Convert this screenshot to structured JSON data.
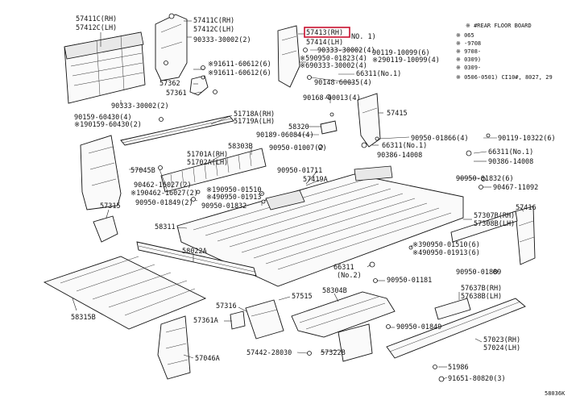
{
  "diagram_id": "58036K",
  "highlighted_part": "57413(RH)",
  "note": {
    "title": "※ #REAR FLOOR BOARD",
    "lines": [
      "※ 065",
      "※ -9708",
      "※ 9708-",
      "※ 0309)",
      "※ 0309-",
      "※ 0506-0501) CI10#, 8027, 29"
    ]
  },
  "labels": [
    {
      "id": "l1",
      "text": "57411C(RH)"
    },
    {
      "id": "l2",
      "text": "57412C(LH)"
    },
    {
      "id": "l3",
      "text": "57411C(RH)"
    },
    {
      "id": "l4",
      "text": "57412C(LH)"
    },
    {
      "id": "l5",
      "text": "90333-30002(2)"
    },
    {
      "id": "l6",
      "text": "※91611-60612(6)"
    },
    {
      "id": "l7",
      "text": "※91611-60612(6)"
    },
    {
      "id": "l8",
      "text": "57362"
    },
    {
      "id": "l9",
      "text": "57361"
    },
    {
      "id": "l10",
      "text": "90333-30002(2)"
    },
    {
      "id": "l11",
      "text": "90159-60430(4)"
    },
    {
      "id": "l12",
      "text": "※190159-60430(2)"
    },
    {
      "id": "l13",
      "text": "51718A(RH)"
    },
    {
      "id": "l14",
      "text": "51719A(LH)"
    },
    {
      "id": "l15",
      "text": "57045B"
    },
    {
      "id": "l16",
      "text": "51701A(RH)"
    },
    {
      "id": "l17",
      "text": "51702A(LH)"
    },
    {
      "id": "l18",
      "text": "58303B"
    },
    {
      "id": "l19",
      "text": "90462-16027(2)"
    },
    {
      "id": "l20",
      "text": "※190462-16027(2)"
    },
    {
      "id": "l21",
      "text": "90950-01849(2)"
    },
    {
      "id": "l22",
      "text": "※190950-01510"
    },
    {
      "id": "l23",
      "text": "※490950-01913"
    },
    {
      "id": "l24",
      "text": "90950-01832"
    },
    {
      "id": "l25",
      "text": "57315"
    },
    {
      "id": "l26",
      "text": "58311"
    },
    {
      "id": "l27",
      "text": "58022A"
    },
    {
      "id": "l28",
      "text": "58315B"
    },
    {
      "id": "l29",
      "text": "57413(RH)"
    },
    {
      "id": "l30",
      "text": "57414(LH)"
    },
    {
      "id": "l31",
      "text": "NO. 1)"
    },
    {
      "id": "l32",
      "text": "90333-30002(4)"
    },
    {
      "id": "l33",
      "text": "※590950-01823(4)"
    },
    {
      "id": "l34",
      "text": "※690333-30002(4)"
    },
    {
      "id": "l35",
      "text": "90119-10099(6)"
    },
    {
      "id": "l36",
      "text": "※290119-10099(4)"
    },
    {
      "id": "l37",
      "text": "66311(No.1)"
    },
    {
      "id": "l38",
      "text": "90148-60035(4)"
    },
    {
      "id": "l39",
      "text": "90168-60013(4)"
    },
    {
      "id": "l40",
      "text": "57415"
    },
    {
      "id": "l41",
      "text": "58320"
    },
    {
      "id": "l42",
      "text": "90189-06084(4)"
    },
    {
      "id": "l43",
      "text": "90950-01007(2)"
    },
    {
      "id": "l44",
      "text": "66311(No.1)"
    },
    {
      "id": "l45",
      "text": "90386-14008"
    },
    {
      "id": "l46",
      "text": "90950-01866(4)"
    },
    {
      "id": "l47",
      "text": "90119-10322(6)"
    },
    {
      "id": "l48",
      "text": "66311(No.1)"
    },
    {
      "id": "l49",
      "text": "90386-14008"
    },
    {
      "id": "l50",
      "text": "90950-01711"
    },
    {
      "id": "l51",
      "text": "57419A"
    },
    {
      "id": "l52",
      "text": "90950-01832(6)"
    },
    {
      "id": "l53",
      "text": "90467-11092"
    },
    {
      "id": "l54",
      "text": "57416"
    },
    {
      "id": "l55",
      "text": "57307B(RH)"
    },
    {
      "id": "l56",
      "text": "57308B(LH)"
    },
    {
      "id": "l57",
      "text": "※390950-01510(6)"
    },
    {
      "id": "l58",
      "text": "※490950-01913(6)"
    },
    {
      "id": "l59",
      "text": "66311"
    },
    {
      "id": "l60",
      "text": "(No.2)"
    },
    {
      "id": "l61",
      "text": "90950-01181"
    },
    {
      "id": "l62",
      "text": "90950-01889"
    },
    {
      "id": "l63",
      "text": "57637B(RH)"
    },
    {
      "id": "l64",
      "text": "57638B(LH)"
    },
    {
      "id": "l65",
      "text": "57316"
    },
    {
      "id": "l66",
      "text": "57515"
    },
    {
      "id": "l67",
      "text": "58304B"
    },
    {
      "id": "l68",
      "text": "57361A"
    },
    {
      "id": "l69",
      "text": "57046A"
    },
    {
      "id": "l70",
      "text": "90950-01849"
    },
    {
      "id": "l71",
      "text": "57023(RH)"
    },
    {
      "id": "l72",
      "text": "57024(LH)"
    },
    {
      "id": "l73",
      "text": "57442-28030"
    },
    {
      "id": "l74",
      "text": "57322B"
    },
    {
      "id": "l75",
      "text": "51986"
    },
    {
      "id": "l76",
      "text": "91651-80820(3)"
    }
  ]
}
